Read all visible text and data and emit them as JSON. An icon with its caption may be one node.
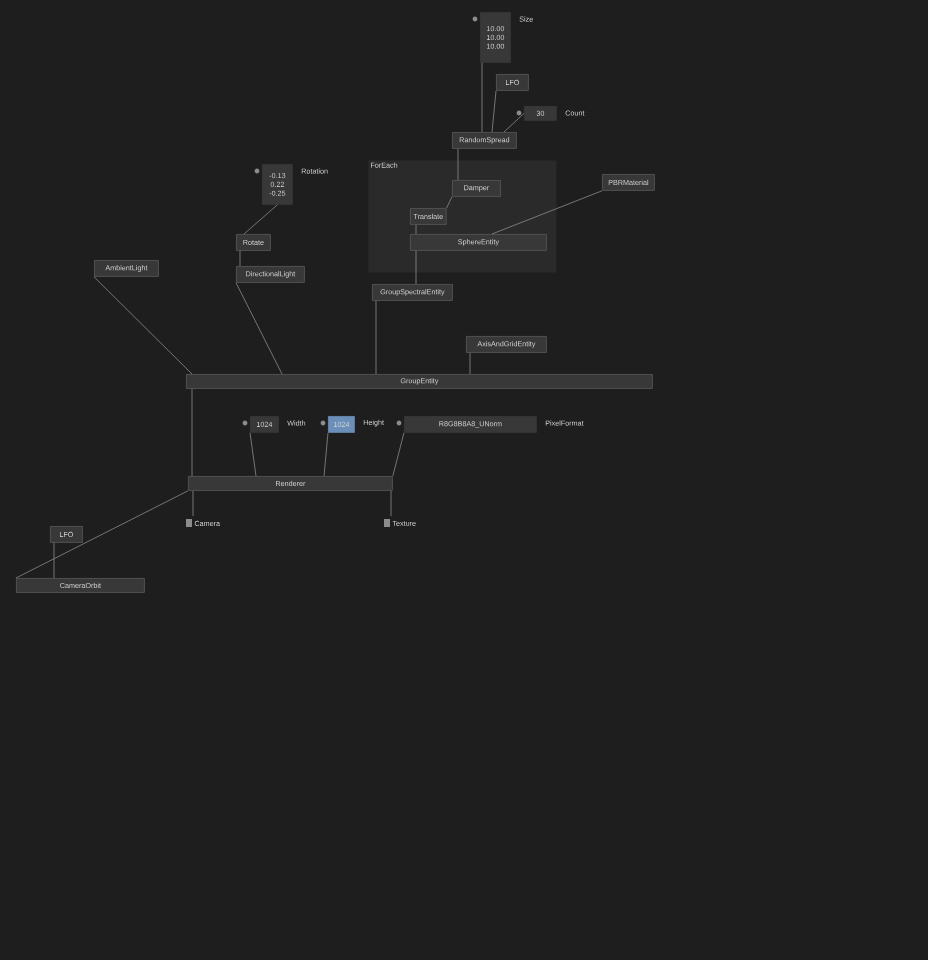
{
  "diagram": {
    "nodes": [
      {
        "text": [
          "10.00",
          "10.00",
          "10.00"
        ],
        "beside": [
          "Size"
        ]
      },
      {
        "text": [
          "LFO"
        ]
      },
      {
        "text": [
          "30"
        ],
        "beside": [
          "Count"
        ]
      },
      {
        "text": [
          "RandomSpread"
        ]
      },
      {
        "text": [
          "ForEach"
        ]
      },
      {
        "text": [
          "Damper"
        ],
        "in": 4
      },
      {
        "text": [
          "Translate"
        ],
        "in": 4
      },
      {
        "text": [
          "SphereEntity"
        ],
        "in": 4
      },
      {
        "text": [
          "PBRMaterial"
        ]
      },
      {
        "text": [
          "GroupSpectralEntity"
        ]
      },
      {
        "text": [
          "-0.13",
          "0.22",
          "-0.25"
        ],
        "beside": [
          "Rotation"
        ]
      },
      {
        "text": [
          "Rotate"
        ]
      },
      {
        "text": [
          "DirectionalLight"
        ]
      },
      {
        "text": [
          "AmbientLight"
        ]
      },
      {
        "text": [
          "GroupEntity"
        ]
      },
      {
        "text": [
          "AxisAndGridEntity"
        ]
      },
      {
        "text": [
          "1024"
        ],
        "beside": [
          "Width"
        ]
      },
      {
        "text": [
          "1024"
        ],
        "beside": [
          "Height"
        ]
      },
      {
        "text": [
          "R8G8B8A8_UNorm"
        ],
        "beside": [
          "PixelFormat"
        ]
      },
      {
        "text": [
          "Renderer"
        ]
      },
      {
        "text": [
          "Camera"
        ]
      },
      {
        "text": [
          "Texture"
        ]
      },
      {
        "text": [
          "LFO"
        ]
      },
      {
        "text": [
          "CameraOrbit"
        ]
      }
    ],
    "edges": [
      {
        "from": 0,
        "to": 3,
        "arrow": "none"
      },
      {
        "from": 1,
        "to": 3,
        "arrow": "none"
      },
      {
        "from": 2,
        "to": 3,
        "arrow": "none"
      },
      {
        "from": 3,
        "to": 5,
        "arrow": "none"
      },
      {
        "from": 5,
        "to": 6,
        "arrow": "none"
      },
      {
        "from": 6,
        "to": 7,
        "arrow": "none"
      },
      {
        "from": 8,
        "to": 7,
        "arrow": "none"
      },
      {
        "from": 7,
        "to": 9,
        "arrow": "none"
      },
      {
        "from": 10,
        "to": 11,
        "arrow": "none"
      },
      {
        "from": 11,
        "to": 12,
        "arrow": "none"
      },
      {
        "from": 13,
        "to": 14,
        "arrow": "none"
      },
      {
        "from": 12,
        "to": 14,
        "arrow": "none"
      },
      {
        "from": 9,
        "to": 14,
        "arrow": "none"
      },
      {
        "from": 15,
        "to": 14,
        "arrow": "none"
      },
      {
        "from": 14,
        "to": 19,
        "arrow": "none"
      },
      {
        "from": 16,
        "to": 19,
        "arrow": "none"
      },
      {
        "from": 17,
        "to": 19,
        "arrow": "none"
      },
      {
        "from": 18,
        "to": 19,
        "arrow": "none"
      },
      {
        "from": 23,
        "to": 19,
        "arrow": "none"
      },
      {
        "from": 19,
        "to": 20,
        "arrow": "none"
      },
      {
        "from": 19,
        "to": 21,
        "arrow": "none"
      },
      {
        "from": 22,
        "to": 23,
        "arrow": "none"
      }
    ]
  }
}
